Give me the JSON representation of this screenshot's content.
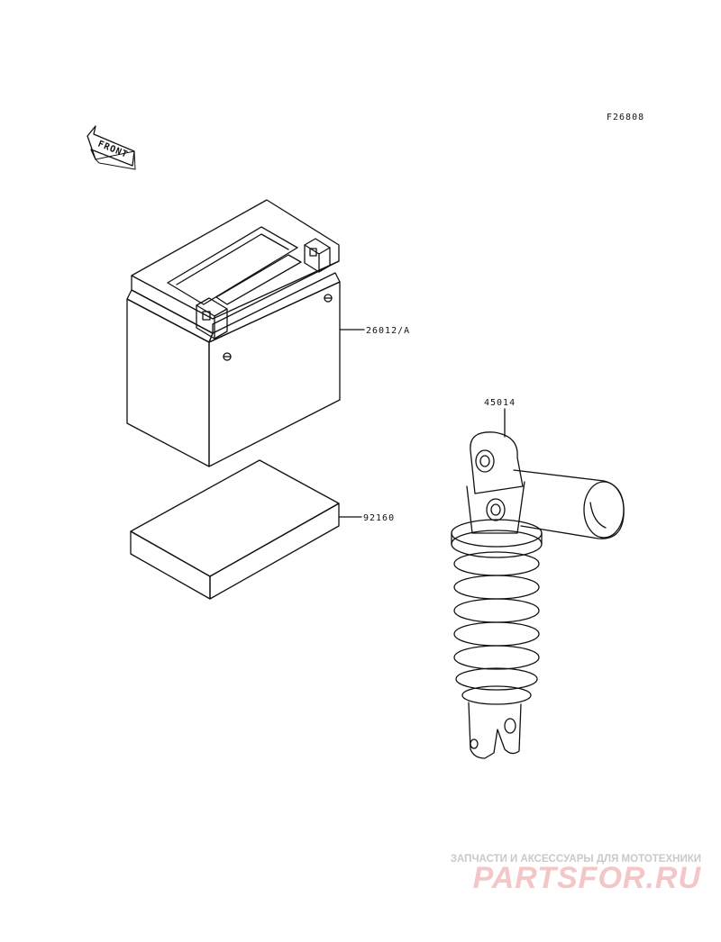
{
  "figure_code": "F26808",
  "front_label": "FRONT",
  "parts": {
    "battery": "26012/A",
    "pad": "92160",
    "shock": "45014"
  },
  "watermark": {
    "tagline": "ЗАПЧАСТИ И АКСЕССУАРЫ ДЛЯ МОТОТЕХНИКИ",
    "logo": "PARTSFOR.RU"
  }
}
